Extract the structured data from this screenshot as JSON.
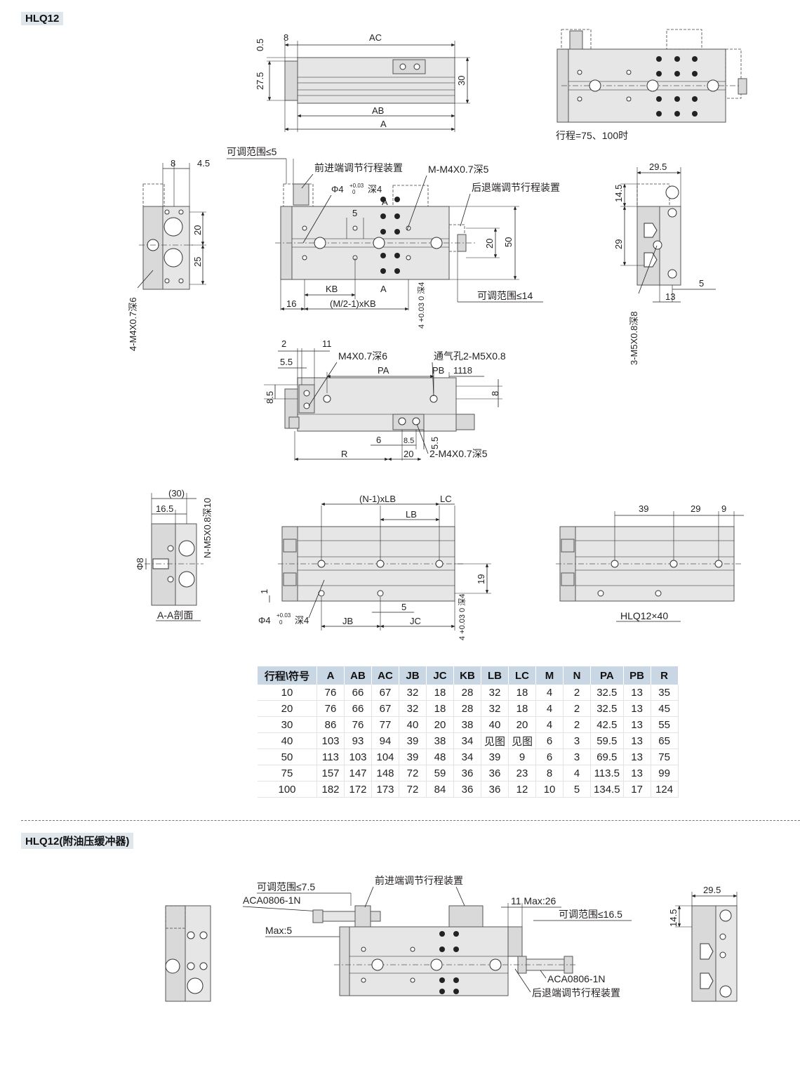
{
  "section1_title": "HLQ12",
  "section2_title": "HLQ12(附油压缓冲器)",
  "labels": {
    "d0_5": "0.5",
    "d8": "8",
    "dAC": "AC",
    "d27_5": "27.5",
    "d30": "30",
    "dAB": "AB",
    "dA": "A",
    "stroke_note": "行程=75、100时",
    "adj5": "可调范围≤5",
    "d8b": "8",
    "d4_5": "4.5",
    "d20": "20",
    "d25": "25",
    "m4x07_6": "4-M4X0.7深6",
    "front_adj": "前进端调节行程装置",
    "m_m4": "M-M4X0.7深5",
    "phi4_a": "Φ4",
    "tol_a": "+0.03",
    "tol_a0": "0",
    "deep4_a": "深4",
    "secA_top": "A",
    "rear_adj": "后退端调节行程装置",
    "d5": "5",
    "d20b": "20",
    "d50": "50",
    "dKB": "KB",
    "secA_bot": "A",
    "d16": "16",
    "dM2KB": "(M/2-1)xKB",
    "adj14": "可调范围≤14",
    "v4deep": "4 +0.03 0 深4",
    "d29_5": "29.5",
    "d14_5": "14.5",
    "d29": "29",
    "d5b": "5",
    "d13": "13",
    "m5x08": "3-M5X0.8深8",
    "d2": "2",
    "d11": "11",
    "d5_5": "5.5",
    "m4deep6": "M4X0.7深6",
    "vent": "通气孔2-M5X0.8",
    "dPA": "PA",
    "dPB": "PB",
    "d1118": "1118",
    "d8_5": "8.5",
    "d8c": "8",
    "d6": "6",
    "d8_5b": "8.5",
    "d5_5b": "5.5",
    "dR": "R",
    "d20c": "20",
    "m4x2": "2-M4X0.7深5",
    "d30p": "(30)",
    "d16_5": "16.5",
    "nm5": "N-M5X0.8深10",
    "phi8": "Φ8",
    "secAA": "A-A剖面",
    "dN1LB": "(N-1)xLB",
    "dLC": "LC",
    "dLB": "LB",
    "d19": "19",
    "d1": "1",
    "phi4_b": "Φ4",
    "tol_b": "+0.03",
    "tol_b0": "0",
    "deep4_b": "深4",
    "dJB": "JB",
    "d5c": "5",
    "dJC": "JC",
    "v4deep_b": "4 +0.03 0 深4",
    "d39": "39",
    "d29b": "29",
    "d9": "9",
    "hlq12x40": "HLQ12×40",
    "adj7_5": "可调范围≤7.5",
    "aca1": "ACA0806-1N",
    "max5": "Max:5",
    "front_adj2": "前进端调节行程装置",
    "d11max": "11 Max:26",
    "adj16_5": "可调范围≤16.5",
    "aca2": "ACA0806-1N",
    "rear_adj2": "后退端调节行程装置",
    "d29_5b": "29.5",
    "d14_5b": "14.5"
  },
  "table": {
    "headers": [
      "行程\\符号",
      "A",
      "AB",
      "AC",
      "JB",
      "JC",
      "KB",
      "LB",
      "LC",
      "M",
      "N",
      "PA",
      "PB",
      "R"
    ],
    "rows": [
      [
        "10",
        "76",
        "66",
        "67",
        "32",
        "18",
        "28",
        "32",
        "18",
        "4",
        "2",
        "32.5",
        "13",
        "35"
      ],
      [
        "20",
        "76",
        "66",
        "67",
        "32",
        "18",
        "28",
        "32",
        "18",
        "4",
        "2",
        "32.5",
        "13",
        "45"
      ],
      [
        "30",
        "86",
        "76",
        "77",
        "40",
        "20",
        "38",
        "40",
        "20",
        "4",
        "2",
        "42.5",
        "13",
        "55"
      ],
      [
        "40",
        "103",
        "93",
        "94",
        "39",
        "38",
        "34",
        "见图",
        "见图",
        "6",
        "3",
        "59.5",
        "13",
        "65"
      ],
      [
        "50",
        "113",
        "103",
        "104",
        "39",
        "48",
        "34",
        "39",
        "9",
        "6",
        "3",
        "69.5",
        "13",
        "75"
      ],
      [
        "75",
        "157",
        "147",
        "148",
        "72",
        "59",
        "36",
        "36",
        "23",
        "8",
        "4",
        "113.5",
        "13",
        "99"
      ],
      [
        "100",
        "182",
        "172",
        "173",
        "72",
        "84",
        "36",
        "36",
        "12",
        "10",
        "5",
        "134.5",
        "17",
        "124"
      ]
    ]
  }
}
